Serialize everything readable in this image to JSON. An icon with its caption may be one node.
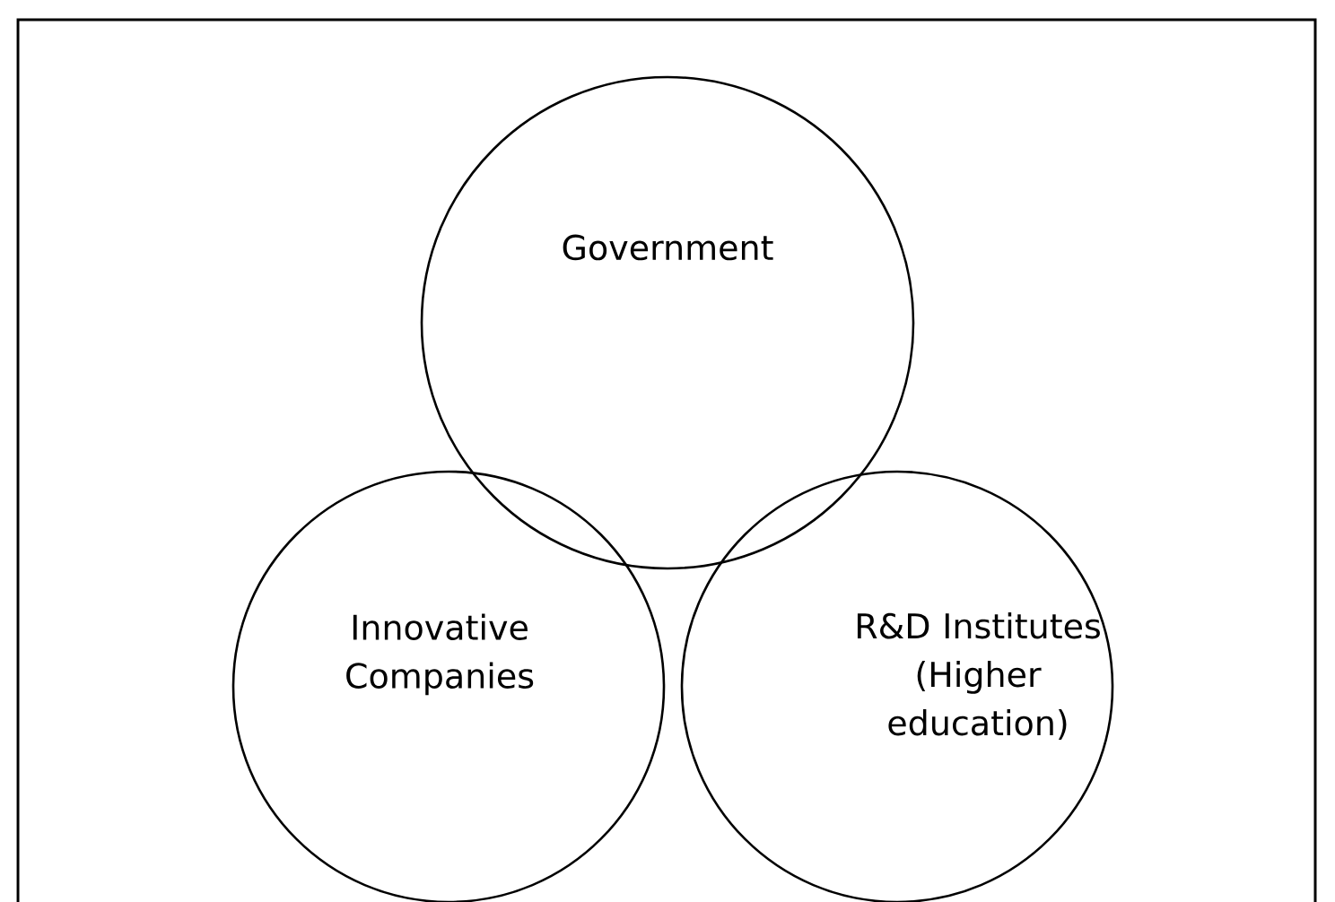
{
  "diagram": {
    "nodes": [
      {
        "text": [
          "Government"
        ]
      },
      {
        "text": [
          "Innovative Companies"
        ]
      },
      {
        "text": [
          "R&D Institutes (Higher education)"
        ]
      }
    ]
  }
}
